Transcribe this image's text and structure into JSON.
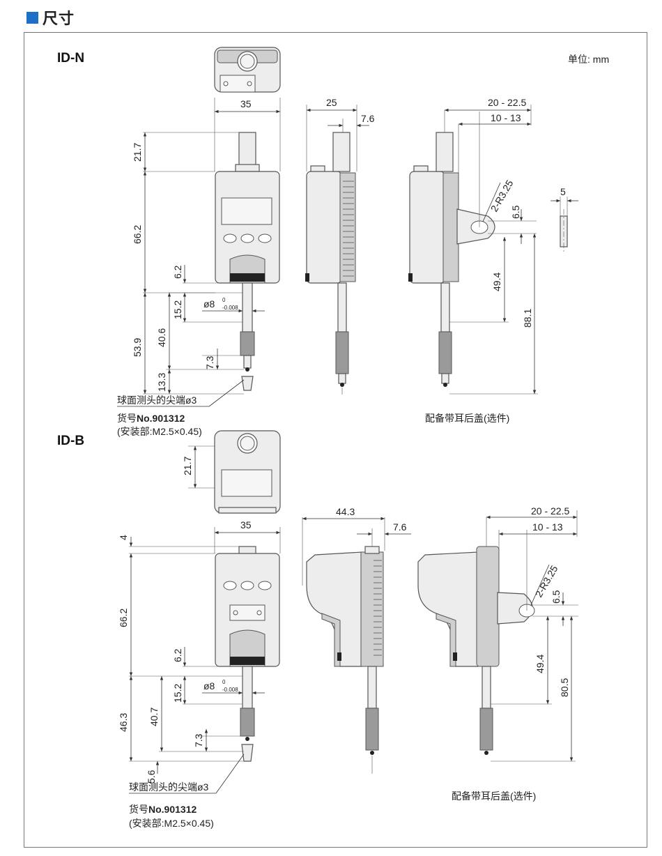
{
  "header": {
    "title": "尺寸",
    "accent_color": "#1e6fc8"
  },
  "unit": "单位: mm",
  "id_n": {
    "model": "ID-N",
    "dims": {
      "width": "35",
      "top_len": "21.7",
      "body_h": "66.2",
      "lower_62": "6.2",
      "stem_152": "15.2",
      "stem_dia": "ø8",
      "tol_upper": "0",
      "tol_lower": "-0.008",
      "d_406": "40.6",
      "d_539": "53.9",
      "d_73": "7.3",
      "d_133": "13.3",
      "side_w": "25",
      "side_76": "7.6",
      "back_2022": "20 - 22.5",
      "back_1013": "10 - 13",
      "radius": "2-R3.25",
      "d_65": "6.5",
      "d_494": "49.4",
      "d_881": "88.1",
      "lug_w": "5"
    },
    "note_tip": "球面测头的尖端ø3",
    "part_no_prefix": "货号",
    "part_no": "No.901312",
    "mount": "(安装部:M2.5×0.45)",
    "back_caption": "配备带耳后盖(选件)"
  },
  "id_b": {
    "model": "ID-B",
    "dims": {
      "top_217": "21.7",
      "width": "35",
      "d_4": "4",
      "body_h": "66.2",
      "lower_62": "6.2",
      "stem_152": "15.2",
      "stem_dia": "ø8",
      "tol_upper": "0",
      "tol_lower": "-0.008",
      "d_463": "46.3",
      "d_407": "40.7",
      "d_73": "7.3",
      "d_56": "5.6",
      "side_w": "44.3",
      "side_76": "7.6",
      "back_2022": "20 - 22.5",
      "back_1013": "10 - 13",
      "radius": "2-R3.25",
      "d_65": "6.5",
      "d_494": "49.4",
      "d_805": "80.5"
    },
    "note_tip": "球面测头的尖端ø3",
    "part_no_prefix": "货号",
    "part_no": "No.901312",
    "mount": "(安装部:M2.5×0.45)",
    "back_caption": "配备带耳后盖(选件)"
  }
}
